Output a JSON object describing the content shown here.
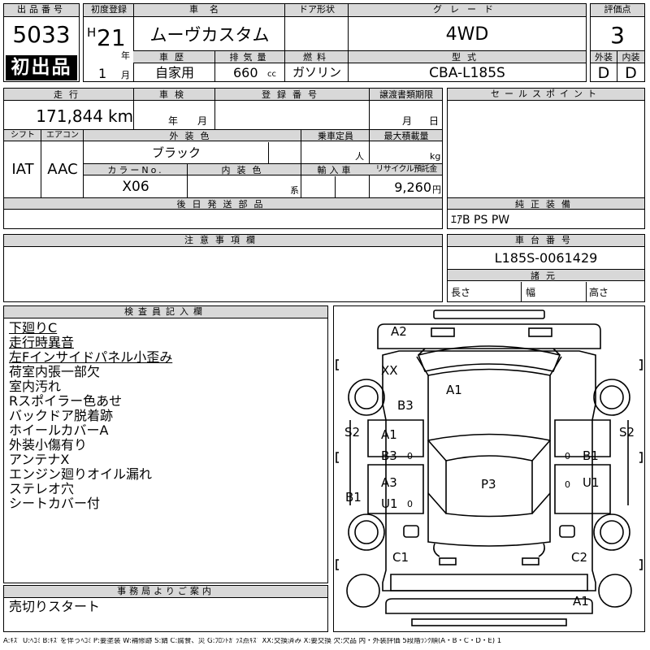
{
  "header": {
    "lot_label": "出品番号",
    "lot_number": "5033",
    "first_listing_badge": "初出品",
    "first_reg_label": "初度登録",
    "era": "H",
    "year": "21",
    "year_unit": "年",
    "month": "1",
    "month_unit": "月",
    "car_name_label": "車名",
    "car_name": "ムーヴカスタム",
    "door_label": "ドア形状",
    "door_value": "",
    "grade_label": "グレード",
    "grade": "4WD",
    "score_label": "評価点",
    "score": "3",
    "history_label": "車歴",
    "history": "自家用",
    "displacement_label": "排気量",
    "displacement": "660",
    "displacement_unit": "cc",
    "fuel_label": "燃料",
    "fuel": "ガソリン",
    "model_label": "型式",
    "model": "CBA-L185S",
    "exterior_label": "外装",
    "exterior_grade": "D",
    "interior_label": "内装",
    "interior_grade": "D"
  },
  "info": {
    "mileage_label": "走行",
    "mileage": "171,844",
    "mileage_unit": "km",
    "inspection_label": "車検",
    "inspection_year_unit": "年",
    "inspection_month_unit": "月",
    "reg_no_label": "登録番号",
    "transfer_label": "譲渡書類期限",
    "transfer_month_unit": "月",
    "transfer_day_unit": "日",
    "shift_label": "シフト",
    "shift": "IAT",
    "ac_label": "エアコン",
    "ac": "AAC",
    "ext_color_label": "外装色",
    "ext_color": "ブラック",
    "capacity_label": "乗車定員",
    "capacity_unit": "人",
    "load_label": "最大積載量",
    "load_unit": "kg",
    "color_no_label": "カラーNo.",
    "color_no": "X06",
    "int_color_label": "内装色",
    "int_color_unit": "系",
    "import_label": "輸入車",
    "recycle_label": "リサイクル預託金",
    "recycle": "9,260",
    "recycle_unit": "円"
  },
  "sales_points_label": "セールスポイント",
  "later_parts_label": "後日発送部品",
  "genuine_label": "純正装備",
  "genuine_equipment": "ｴｱB PS PW",
  "notes_label": "注意事項欄",
  "chassis_label": "車台番号",
  "chassis_number": "L185S-0061429",
  "dimensions_label": "諸元",
  "length_label": "長さ",
  "width_label": "幅",
  "height_label": "高さ",
  "inspector_label": "検査員記入欄",
  "inspector_notes": [
    {
      "text": "下廻りC",
      "underline": true
    },
    {
      "text": "走行時異音",
      "underline": true
    },
    {
      "text": "左Fインサイドパネル小歪み",
      "underline": true
    },
    {
      "text": "荷室内張一部欠",
      "underline": false
    },
    {
      "text": "室内汚れ",
      "underline": false
    },
    {
      "text": "Rスポイラー色あせ",
      "underline": false
    },
    {
      "text": "バックドア脱着跡",
      "underline": false
    },
    {
      "text": "ホイールカバーA",
      "underline": false
    },
    {
      "text": "外装小傷有り",
      "underline": false
    },
    {
      "text": "アンテナX",
      "underline": false
    },
    {
      "text": "エンジン廻りオイル漏れ",
      "underline": false
    },
    {
      "text": "ステレオ穴",
      "underline": false
    },
    {
      "text": "シートカバー付",
      "underline": false
    }
  ],
  "office_label": "事務局よりご案内",
  "office_note": "売切りスタート",
  "diagram": {
    "codes": {
      "rear_bumper": "A2",
      "rear_glass": "XX",
      "roof": "A1",
      "rear_quarter_left": "B3",
      "left_rear_door_a": "A1",
      "left_rear_door_b": "B3",
      "left_front_door_a": "A3",
      "left_front_door_b": "U1",
      "right_rear_door": "B1",
      "right_front_door": "U1",
      "left_side": "S2",
      "right_side": "S2",
      "left_fender": "B1",
      "hood": "P3",
      "front_left_corner": "C1",
      "front_right_corner": "C2",
      "front_bumper": "A1",
      "marker_o": "0"
    }
  },
  "legend": "A:ｷｽﾞ U:ﾍｺﾐ B:ｷｽﾞを伴うﾍｺﾐ P:要塗装 W:補修跡 S:錆 C:腐食、災 G:ﾌﾛﾝﾄｶﾞﾗｽ点ｷｽﾞ XX:交換済み X:要交換 欠:欠品 内・外装評価 5段階ﾗﾝｸ順(A・B・C・D・E) 1"
}
